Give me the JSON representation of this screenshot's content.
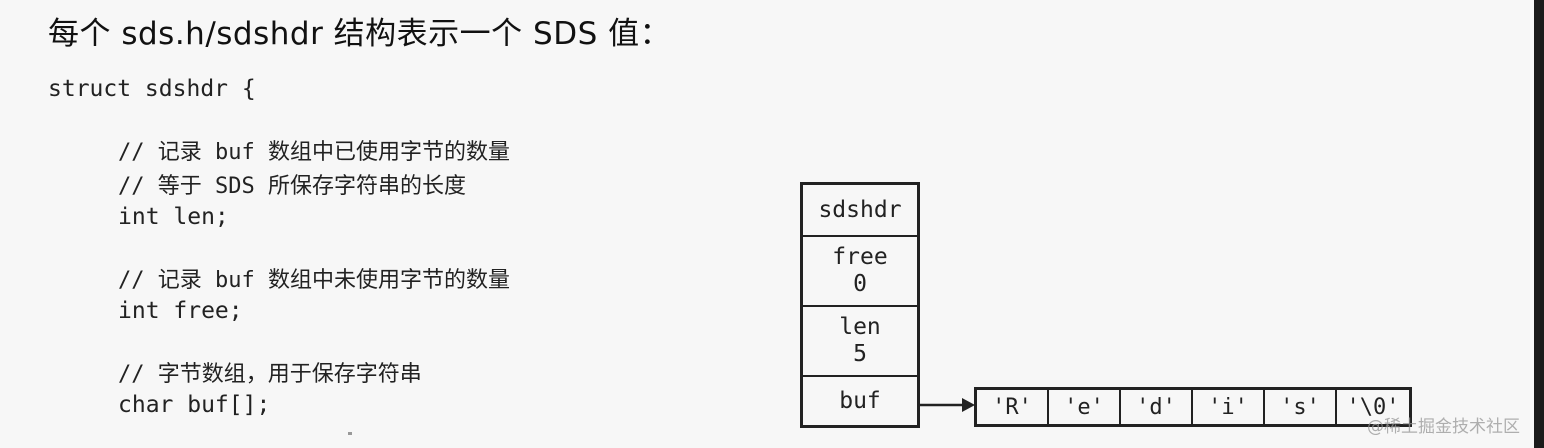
{
  "heading": "每个 sds.h/sdshdr 结构表示一个 SDS 值：",
  "code": {
    "struct_open": "struct sdshdr {",
    "comment_len_1": "// 记录 buf 数组中已使用字节的数量",
    "comment_len_2": "// 等于 SDS 所保存字符串的长度",
    "field_len": "int len;",
    "comment_free": "// 记录 buf 数组中未使用字节的数量",
    "field_free": "int free;",
    "comment_buf": "// 字节数组，用于保存字符串",
    "field_buf": "char buf[];"
  },
  "diagram": {
    "struct_name": "sdshdr",
    "free_label": "free",
    "free_value": "0",
    "len_label": "len",
    "len_value": "5",
    "buf_label": "buf",
    "buf_cells": [
      "'R'",
      "'e'",
      "'d'",
      "'i'",
      "'s'",
      "'\\0'"
    ]
  },
  "watermark": "@稀土掘金技术社区"
}
